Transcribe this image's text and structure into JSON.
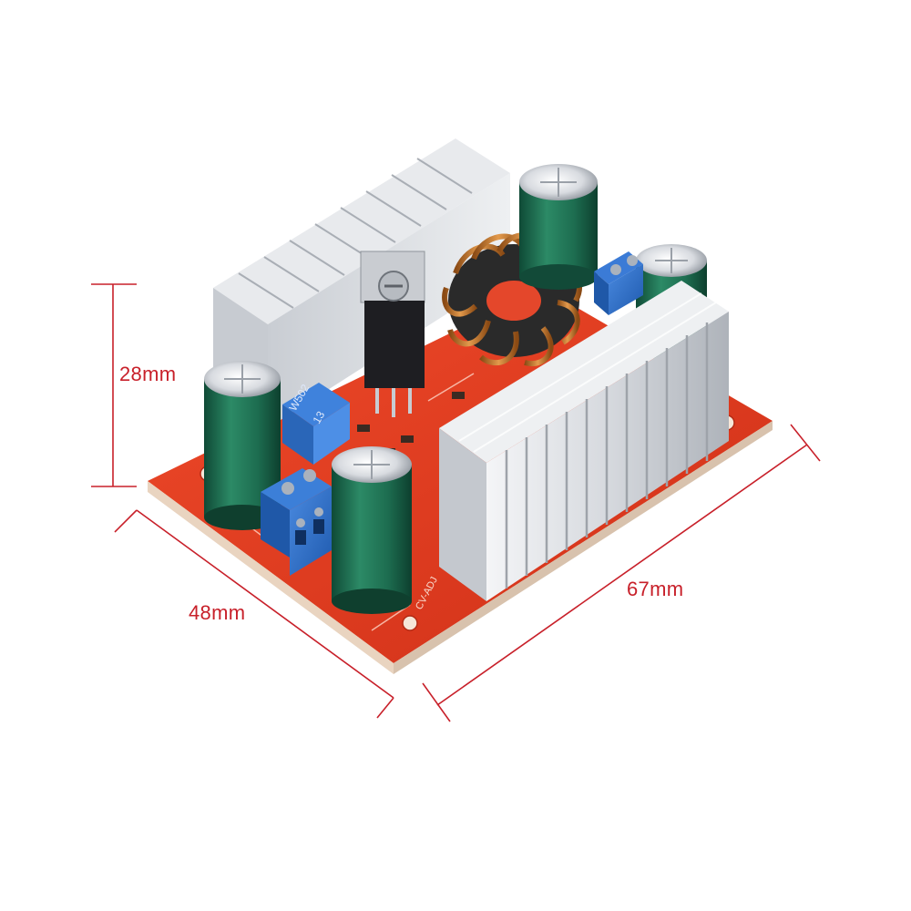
{
  "dimensions": {
    "height": "28mm",
    "width": "48mm",
    "length": "67mm"
  },
  "pcb_markings": {
    "potentiometer_top": "W502",
    "potentiometer_bottom": "13",
    "board_label": "CV-ADJ"
  },
  "colors": {
    "dimension_lines": "#c8202a",
    "pcb": "#e0391f",
    "heatsink": "#dcdfe3",
    "capacitor": "#1f6b50",
    "terminal_block": "#2f6fc4",
    "copper_coil": "#c8782e"
  }
}
